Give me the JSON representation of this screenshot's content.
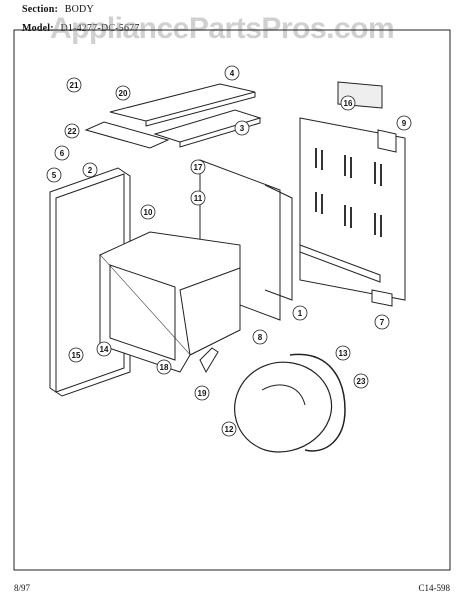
{
  "header": {
    "section_label": "Section:",
    "section_value": "BODY",
    "model_label": "Model:",
    "model_value": "D1-4277-DC-5677"
  },
  "watermark": "AppliancePartsPros.com",
  "footer": {
    "date": "8/97",
    "code": "C14-598"
  },
  "callouts": [
    "1",
    "2",
    "3",
    "4",
    "5",
    "6",
    "7",
    "8",
    "9",
    "10",
    "11",
    "12",
    "13",
    "14",
    "15",
    "16",
    "17",
    "18",
    "19",
    "20",
    "21",
    "22",
    "23"
  ]
}
